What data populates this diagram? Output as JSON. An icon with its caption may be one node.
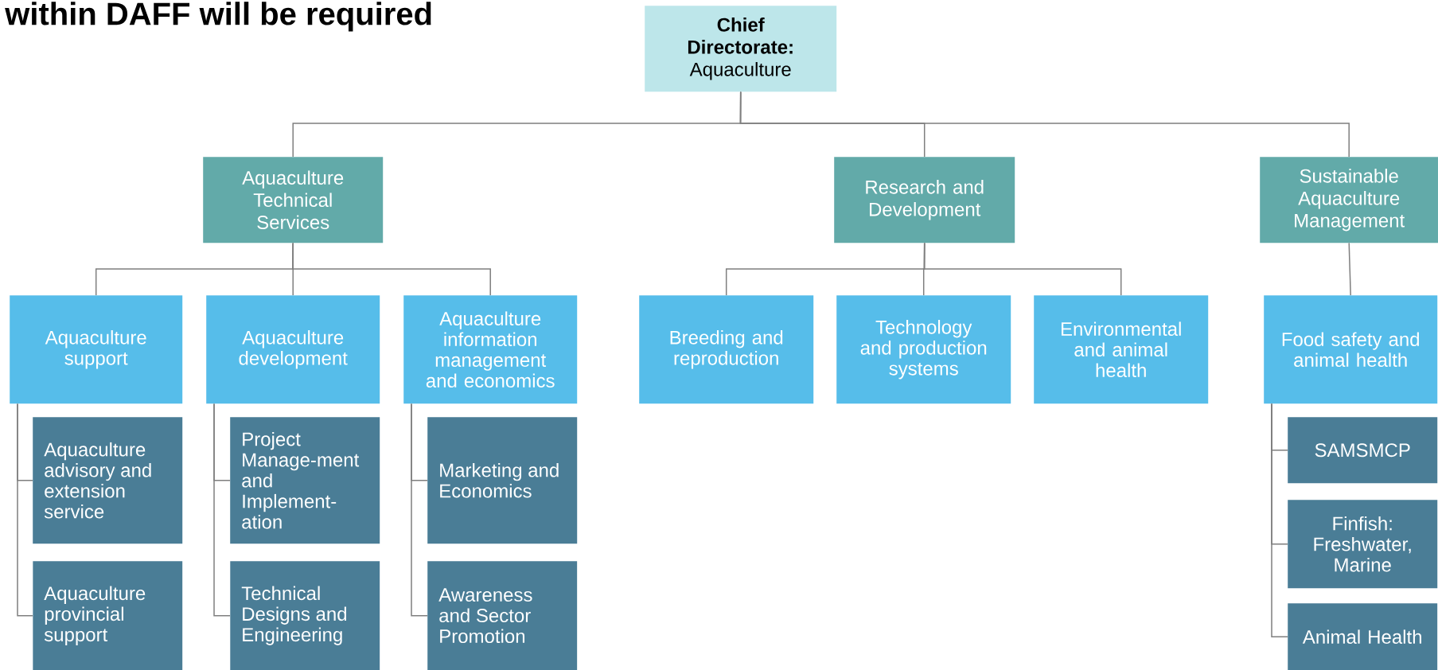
{
  "diagram": {
    "title": "within DAFF will be required",
    "nodes": [
      {
        "text": [
          "**Chief Directorate:** Aquaculture"
        ]
      },
      {
        "text": [
          "Aquaculture Technical Services"
        ]
      },
      {
        "text": [
          "Research and Development"
        ]
      },
      {
        "text": [
          "Sustainable Aquaculture Management"
        ]
      },
      {
        "text": [
          "Aquaculture support"
        ]
      },
      {
        "text": [
          "Aquaculture development"
        ]
      },
      {
        "text": [
          "Aquaculture information management and economics"
        ]
      },
      {
        "text": [
          "Breeding and reproduction"
        ]
      },
      {
        "text": [
          "Technology and production systems"
        ]
      },
      {
        "text": [
          "Environmental and animal health"
        ]
      },
      {
        "text": [
          "Food safety and animal health"
        ]
      },
      {
        "text": [
          "Aquaculture advisory and extension service"
        ]
      },
      {
        "text": [
          "Aquaculture provincial support"
        ]
      },
      {
        "text": [
          "Project Manage-ment and Implement-ation"
        ]
      },
      {
        "text": [
          "Technical Designs and Engineering"
        ]
      },
      {
        "text": [
          "Marketing and Economics"
        ]
      },
      {
        "text": [
          "Awareness and Sector Promotion"
        ]
      },
      {
        "text": [
          "SAMSMCP"
        ]
      },
      {
        "text": [
          "Finfish: Freshwater, Marine"
        ]
      },
      {
        "text": [
          "Animal Health"
        ]
      }
    ],
    "edges": [
      {
        "from": 0,
        "to": 1,
        "arrow": "none"
      },
      {
        "from": 0,
        "to": 2,
        "arrow": "none"
      },
      {
        "from": 0,
        "to": 3,
        "arrow": "none"
      },
      {
        "from": 1,
        "to": 4,
        "arrow": "none"
      },
      {
        "from": 1,
        "to": 5,
        "arrow": "none"
      },
      {
        "from": 1,
        "to": 6,
        "arrow": "none"
      },
      {
        "from": 2,
        "to": 7,
        "arrow": "none"
      },
      {
        "from": 2,
        "to": 8,
        "arrow": "none"
      },
      {
        "from": 2,
        "to": 9,
        "arrow": "none"
      },
      {
        "from": 3,
        "to": 10,
        "arrow": "none"
      },
      {
        "from": 4,
        "to": 11,
        "arrow": "none"
      },
      {
        "from": 4,
        "to": 12,
        "arrow": "none"
      },
      {
        "from": 5,
        "to": 13,
        "arrow": "none"
      },
      {
        "from": 5,
        "to": 14,
        "arrow": "none"
      },
      {
        "from": 6,
        "to": 15,
        "arrow": "none"
      },
      {
        "from": 6,
        "to": 16,
        "arrow": "none"
      },
      {
        "from": 10,
        "to": 17,
        "arrow": "none"
      },
      {
        "from": 10,
        "to": 18,
        "arrow": "none"
      },
      {
        "from": 10,
        "to": 19,
        "arrow": "none"
      }
    ]
  }
}
